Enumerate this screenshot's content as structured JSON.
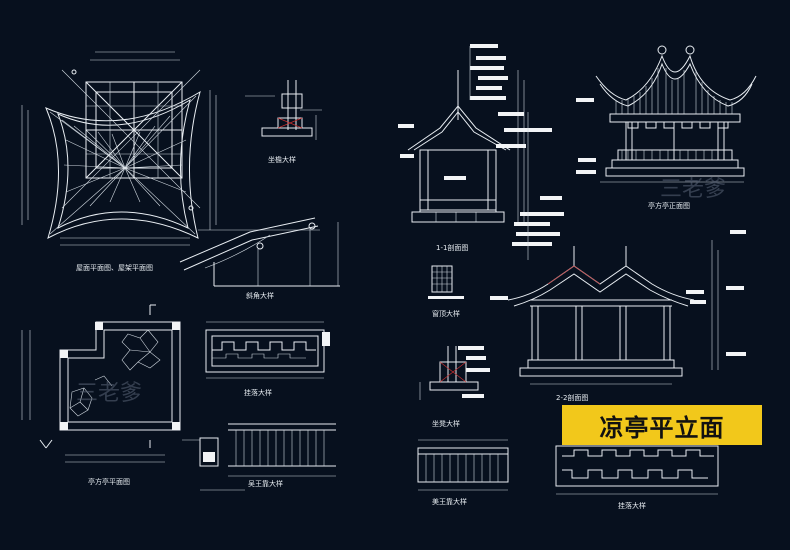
{
  "drawing": {
    "banner_title": "凉亭平立面",
    "watermark_text": "三老爹",
    "captions": {
      "roof_plan": "屋面平面图、屋架平面图",
      "eave_detail": "坐檐大样",
      "ridge_detail": "斜角大样",
      "floor_plan": "亭方亭平面图",
      "railing_detail": "挂落大样",
      "bench_detail": "吴王靠大样",
      "section_1": "1-1剖面图",
      "elevation": "亭方亭正面图",
      "lattice_detail": "窗顶大样",
      "section_2": "2-2剖面图",
      "column_base": "坐凳大样",
      "bench_front": "美王靠大样",
      "hanging_screen": "挂落大样"
    },
    "colors": {
      "background": "#07101e",
      "lines": "#e8edf2",
      "banner": "#f2c81b"
    }
  }
}
